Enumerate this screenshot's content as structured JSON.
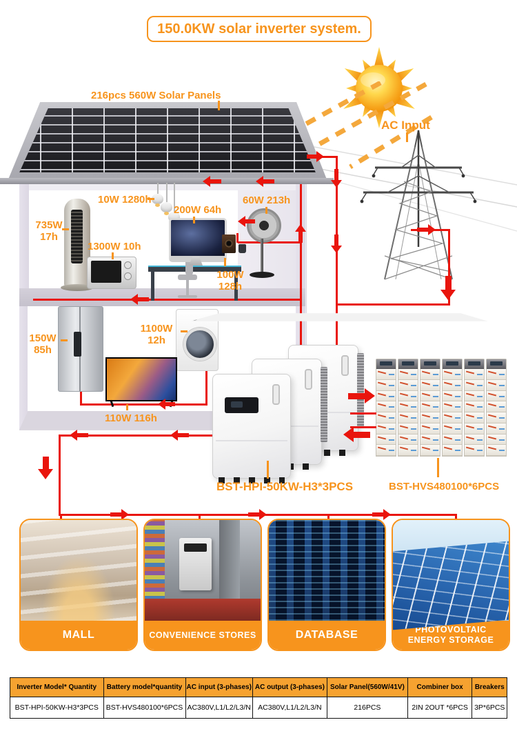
{
  "title": "150.0KW solar inverter system.",
  "colors": {
    "accent": "#F7941D",
    "wire_red": "#E9150D",
    "table_header": "#F6A230",
    "banner": "#F7941D"
  },
  "scene": {
    "solar_panels_label": "216pcs 560W Solar Panels",
    "ac_input_label": "AC Input",
    "inverter_label": "BST-HPI-50KW-H3*3PCS",
    "battery_label": "BST-HVS480100*6PCS",
    "appliances": {
      "lights": "10W 1280h",
      "tower_ac": "735W 17h",
      "monitor": "200W 64h",
      "fan": "60W 213h",
      "microwave": "1300W 10h",
      "speaker": "100W 128h",
      "fridge": "150W 85h",
      "washer": "1100W 12h",
      "tv": "110W 116h"
    }
  },
  "battery_rack": {
    "towers": 6,
    "modules_per_tower": 8
  },
  "cards": [
    {
      "label": "MALL"
    },
    {
      "label": "CONVENIENCE STORES"
    },
    {
      "label": "DATABASE"
    },
    {
      "label": "PHOTOVOLTAIC ENERGY STORAGE"
    }
  ],
  "table": {
    "headers": [
      "Inverter Model* Quantity",
      "Battery model*quantity",
      "AC input (3-phases)",
      "AC output (3-phases)",
      "Solar Panel(560W/41V)",
      "Combiner box",
      "Breakers"
    ],
    "row": [
      "BST-HPI-50KW-H3*3PCS",
      "BST-HVS480100*6PCS",
      "AC380V,L1/L2/L3/N",
      "AC380V,L1/L2/L3/N",
      "216PCS",
      "2IN 2OUT *6PCS",
      "3P*6PCS"
    ]
  }
}
